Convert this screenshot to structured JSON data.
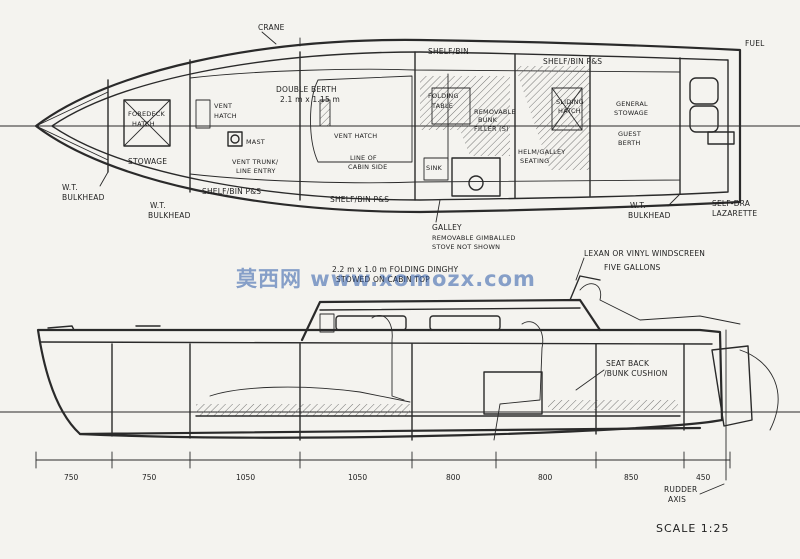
{
  "labels": {
    "crane": "CRANE",
    "fuel": "FUEL",
    "shelf_bin_top": "SHELF/BIN",
    "shelf_bin_ps_top": "SHELF/BIN P&S",
    "foredeck_hatch_1": "FOREDECK",
    "foredeck_hatch_2": "HATCH",
    "vent_hatch_1": "VENT",
    "vent_hatch_2": "HATCH",
    "double_berth_1": "DOUBLE BERTH",
    "double_berth_2": "2.1 m x 1.15 m",
    "folding_table_1": "FOLDING",
    "folding_table_2": "TABLE",
    "removable_bunk_1": "REMOVABLE",
    "removable_bunk_2": "BUNK",
    "removable_bunk_3": "FILLER (S)",
    "sliding_hatch_1": "SLIDING",
    "sliding_hatch_2": "HATCH",
    "general_stowage_1": "GENERAL",
    "general_stowage_2": "STOWAGE",
    "guest_berth_1": "GUEST",
    "guest_berth_2": "BERTH",
    "mast": "MAST",
    "vent_hatch_mid": "VENT HATCH",
    "stowage": "STOWAGE",
    "vent_trunk_1": "VENT TRUNK/",
    "vent_trunk_2": "LINE ENTRY",
    "line_of_cabin_1": "LINE OF",
    "line_of_cabin_2": "CABIN SIDE",
    "sink": "SINK",
    "helm_galley_1": "HELM/GALLEY",
    "helm_galley_2": "SEATING",
    "wt_bulkhead_left_1": "W.T.",
    "wt_bulkhead_left_2": "BULKHEAD",
    "shelf_bin_ps_bottom": "SHELF/BIN P&S",
    "shelf_bin_ps_mid": "SHELF/BIN P&S",
    "wt_bulkhead_low_1": "W.T.",
    "wt_bulkhead_low_2": "BULKHEAD",
    "galley_1": "GALLEY",
    "galley_2": "REMOVABLE GIMBALLED",
    "galley_3": "STOVE NOT SHOWN",
    "wt_bulkhead_right_1": "W.T.",
    "wt_bulkhead_right_2": "BULKHEAD",
    "self_drain_1": "SELF-DRA",
    "self_drain_2": "LAZARETTE",
    "windscreen": "LEXAN OR VINYL WINDSCREEN",
    "fuel_gallons": "FIVE GALLONS",
    "dinghy_1": "2.2 m x 1.0 m FOLDING DINGHY",
    "dinghy_2": "STOWED ON CABIN TOP",
    "seat_back_1": "SEAT BACK",
    "seat_back_2": "/BUNK CUSHION",
    "rudder_1": "RUDDER",
    "rudder_2": "AXIS",
    "scale": "SCALE  1:25"
  },
  "dimensions": [
    "750",
    "750",
    "1050",
    "1050",
    "800",
    "800",
    "850",
    "450"
  ],
  "watermark": "莫西网 www.xomozx.com"
}
